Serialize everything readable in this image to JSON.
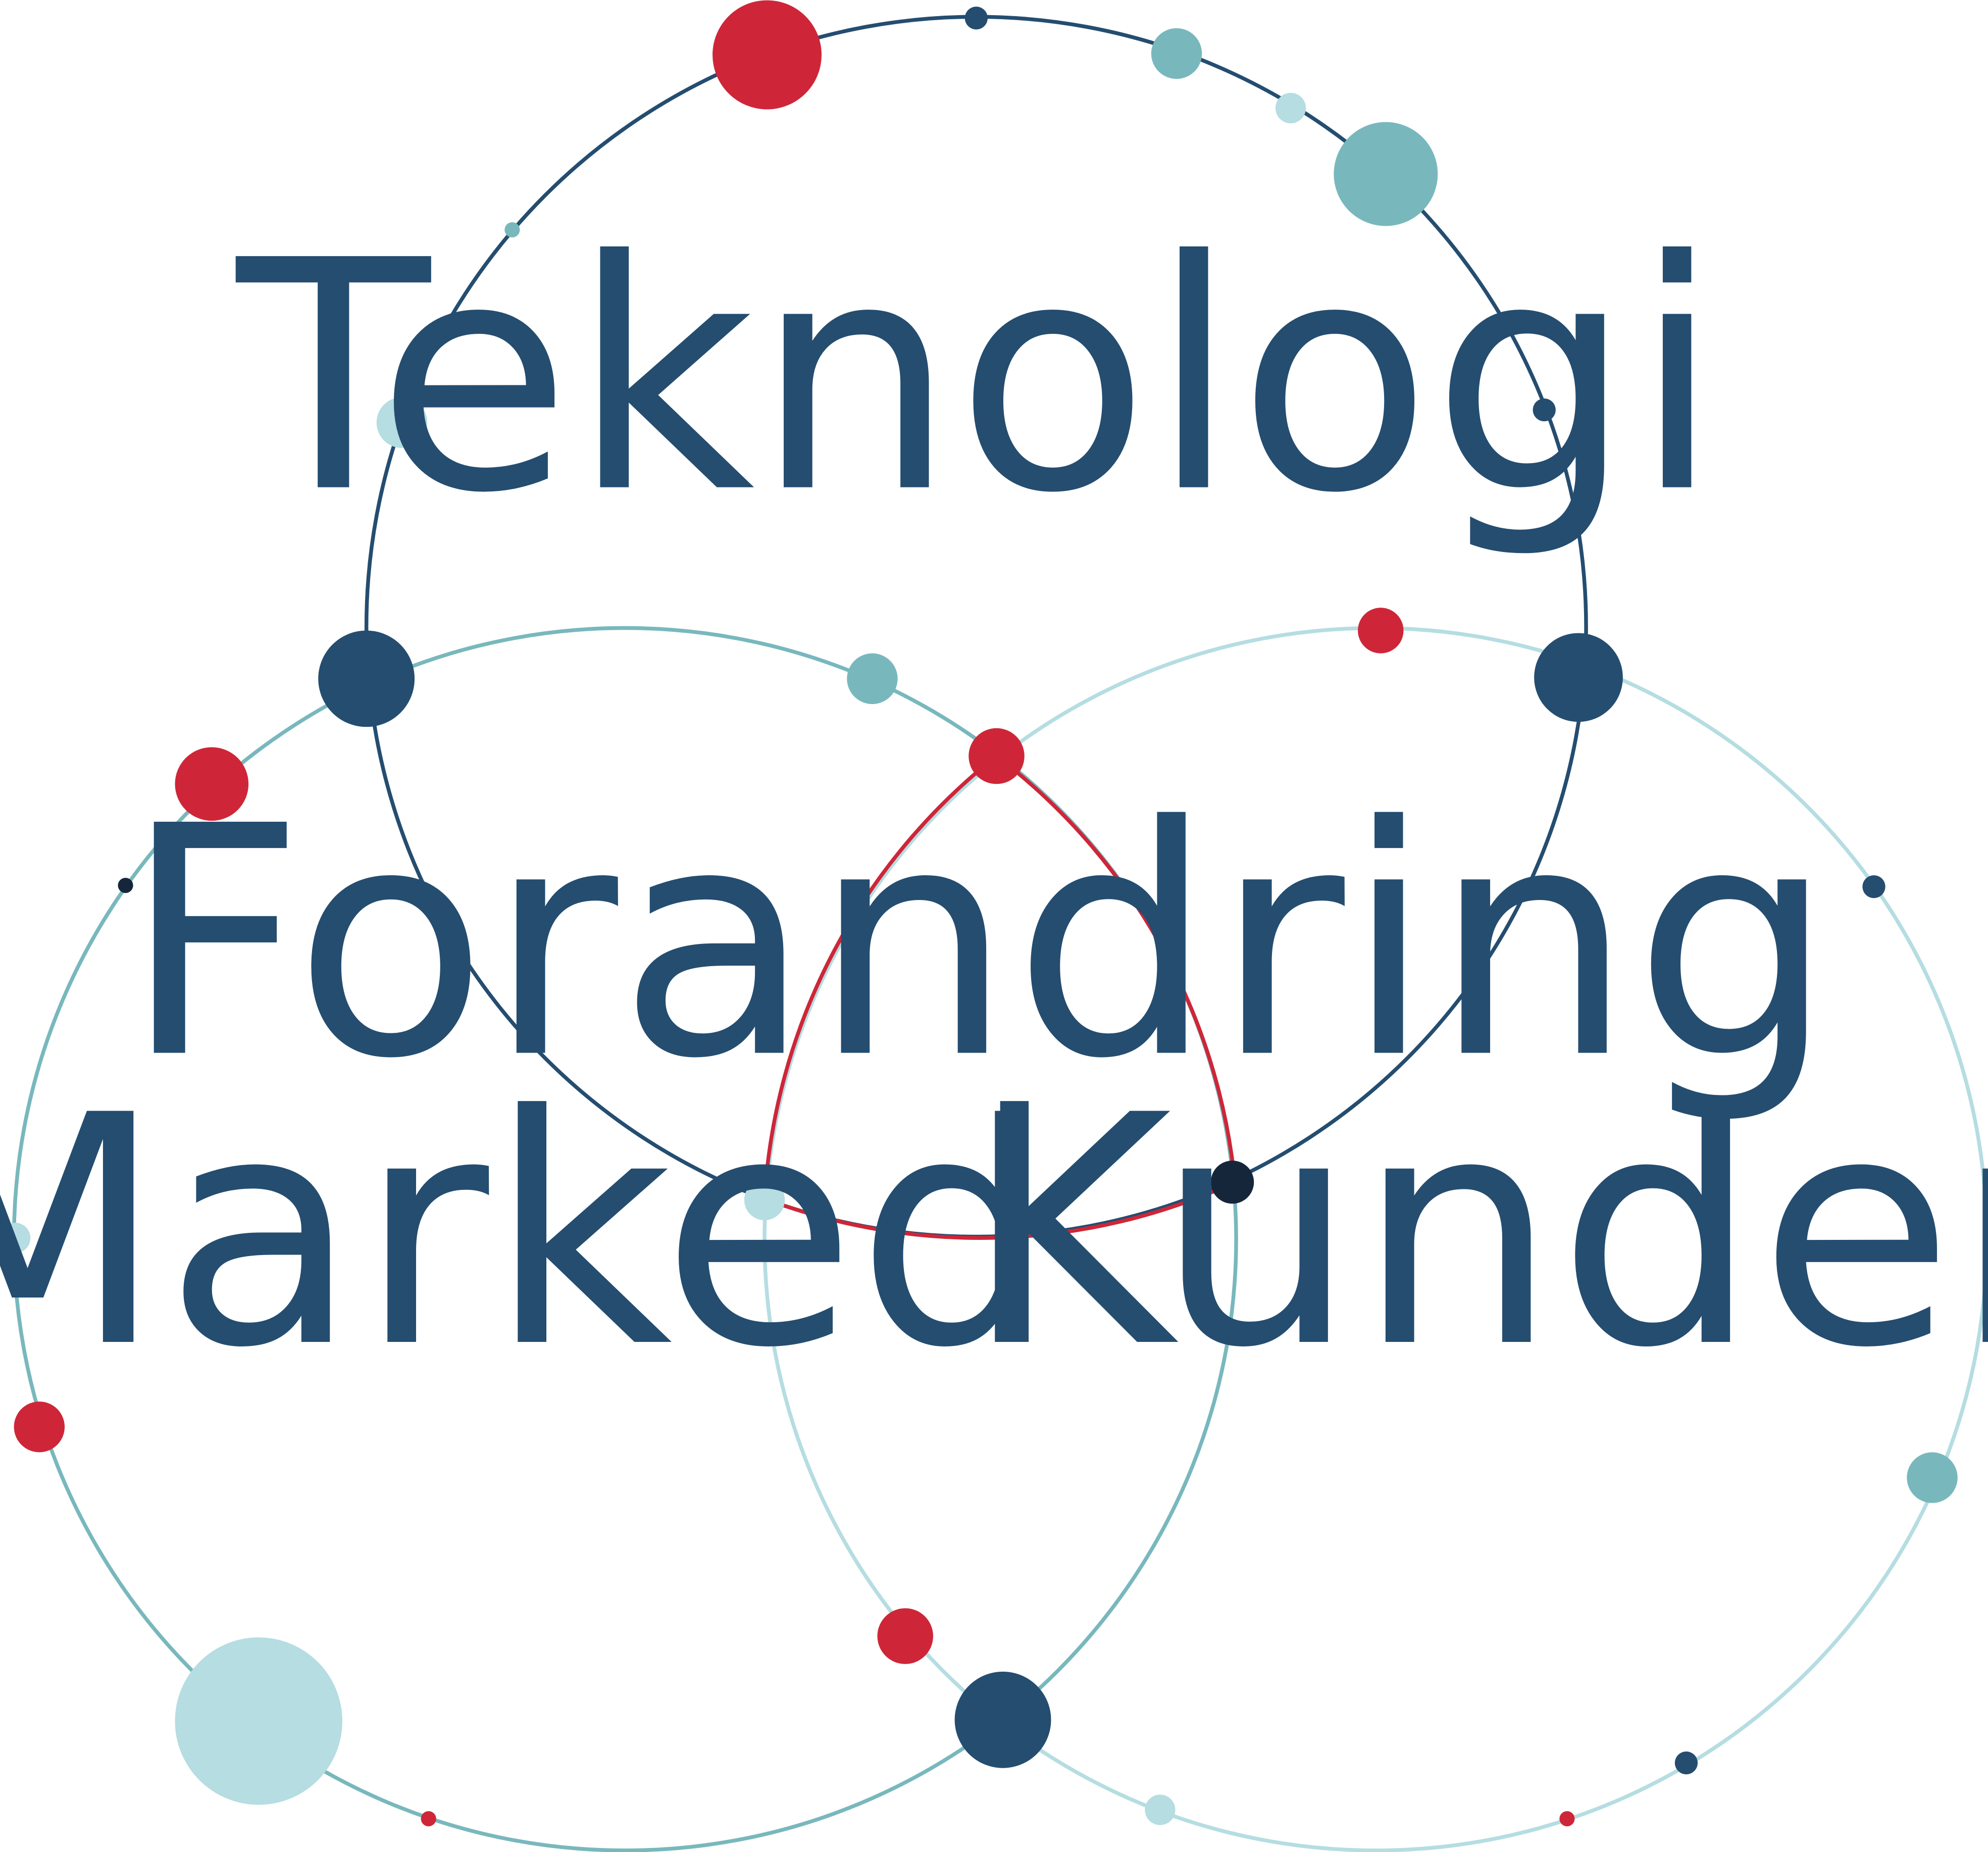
{
  "labels": {
    "teknologi": "Teknologi",
    "forandring": "Forandring",
    "marked": "Marked",
    "kunder": "Kunder"
  },
  "colors": {
    "navy": "#244d70",
    "teal": "#78b8bd",
    "light_teal": "#b5dde2",
    "red": "#ce2638",
    "dark": "#16263a",
    "background": "#ffffff"
  }
}
